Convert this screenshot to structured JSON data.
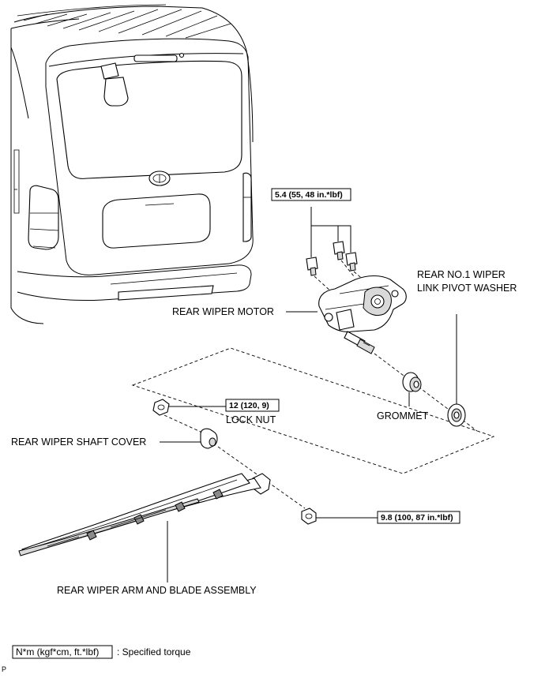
{
  "labels": {
    "torque_motor": "5.4 (55, 48 in.*lbf)",
    "pivot_washer_line1": "REAR NO.1 WIPER",
    "pivot_washer_line2": "LINK PIVOT WASHER",
    "wiper_motor": "REAR WIPER MOTOR",
    "torque_lock_nut": "12 (120, 9)",
    "lock_nut": "LOCK NUT",
    "grommet": "GROMMET",
    "shaft_cover": "REAR WIPER SHAFT COVER",
    "torque_arm_nut": "9.8 (100, 87 in.*lbf)",
    "arm_blade": "REAR WIPER ARM AND BLADE ASSEMBLY"
  },
  "legend": {
    "box_text": "N*m (kgf*cm, ft.*lbf)",
    "description": ": Specified torque"
  },
  "corner_mark": "P"
}
